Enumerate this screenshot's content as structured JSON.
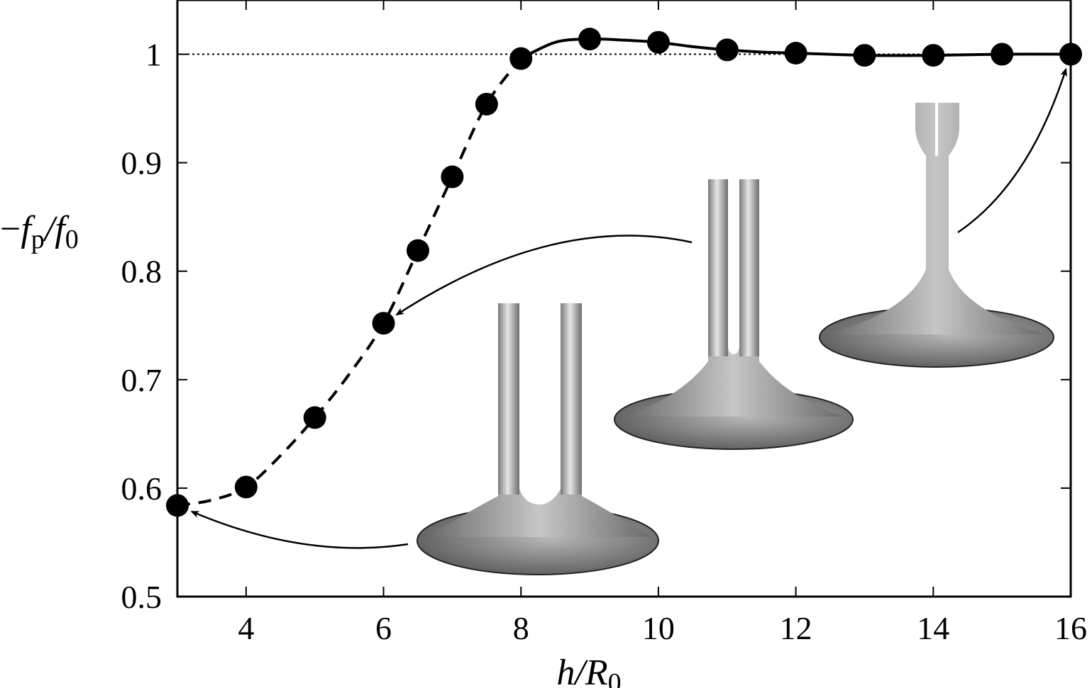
{
  "chart_data": {
    "type": "scatter",
    "xlabel": {
      "base": "h/R",
      "sub": "0"
    },
    "ylabel": {
      "minus": "−",
      "f1": "f",
      "sub1": "p",
      "slash": "/",
      "f2": "f",
      "sub2": "0"
    },
    "xlim": [
      3,
      16
    ],
    "ylim": [
      0.5,
      1.05
    ],
    "xticks": [
      4,
      6,
      8,
      10,
      12,
      14,
      16
    ],
    "yticks": [
      0.5,
      0.6,
      0.7,
      0.8,
      0.9,
      1
    ],
    "xtick_labels": [
      "4",
      "6",
      "8",
      "10",
      "12",
      "14",
      "16"
    ],
    "ytick_labels": [
      "0.5",
      "0.6",
      "0.7",
      "0.8",
      "0.9",
      "1"
    ],
    "reference_line": {
      "y": 1,
      "style": "dotted"
    },
    "series": [
      {
        "marker": "filled-circle",
        "x": [
          3,
          4,
          5,
          6,
          6.5,
          7,
          7.5,
          8,
          9,
          10,
          11,
          12,
          13,
          14,
          15,
          16
        ],
        "y": [
          0.584,
          0.601,
          0.665,
          0.752,
          0.819,
          0.887,
          0.954,
          0.996,
          1.014,
          1.011,
          1.004,
          1.001,
          0.999,
          0.999,
          1.0,
          1.0
        ]
      }
    ],
    "curves": [
      {
        "style": "dashed",
        "x": [
          3,
          3.5,
          4,
          4.5,
          5,
          5.5,
          6,
          6.5,
          7,
          7.5,
          8
        ],
        "y": [
          0.584,
          0.589,
          0.601,
          0.63,
          0.665,
          0.705,
          0.752,
          0.819,
          0.887,
          0.954,
          0.996
        ]
      },
      {
        "style": "solid",
        "x": [
          8,
          8.5,
          9,
          9.5,
          10,
          10.5,
          11,
          11.5,
          12,
          13,
          14,
          15,
          16
        ],
        "y": [
          0.996,
          1.011,
          1.014,
          1.013,
          1.011,
          1.007,
          1.004,
          1.002,
          1.001,
          0.999,
          0.999,
          1.0,
          1.0
        ]
      }
    ],
    "annotations": [
      {
        "kind": "inset-image",
        "depicts": "two-separate-tubes-on-disk",
        "arrow_to": [
          3,
          0.584
        ]
      },
      {
        "kind": "inset-image",
        "depicts": "two-touching-tubes-on-disk",
        "arrow_to": [
          6,
          0.752
        ]
      },
      {
        "kind": "inset-image",
        "depicts": "merged-y-tube-on-disk",
        "arrow_to": [
          16,
          1.0
        ]
      }
    ],
    "grid": false,
    "legend": "none"
  },
  "colors": {
    "axis": "#000000",
    "marker": "#000000",
    "inset_gray": "#9a9a9a"
  }
}
